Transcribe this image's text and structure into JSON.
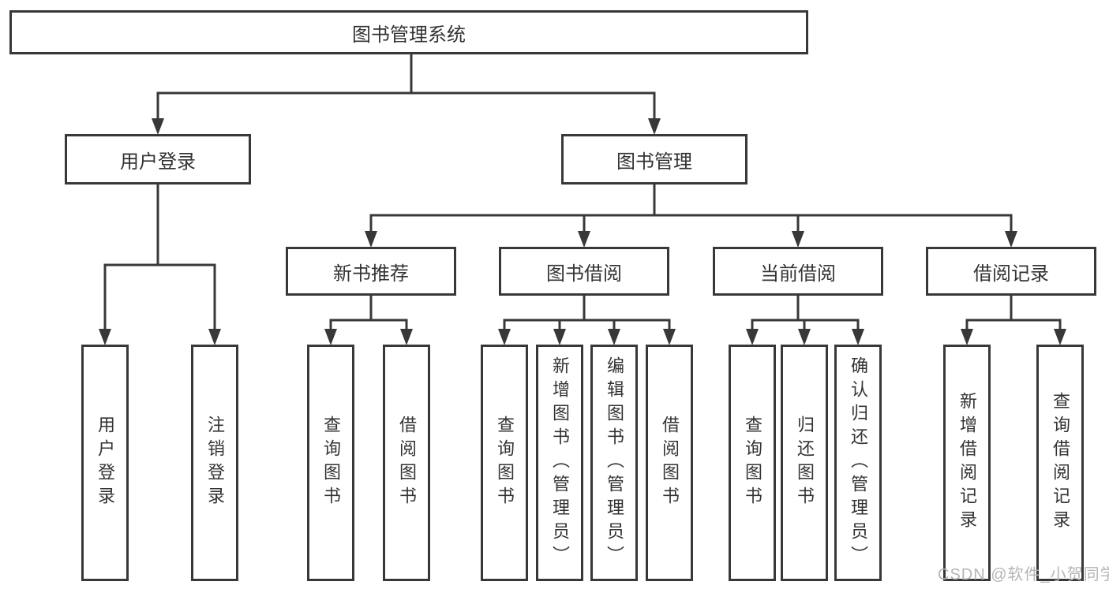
{
  "diagram_type": "hierarchy",
  "tree": {
    "root": {
      "label": "图书管理系统",
      "children": [
        {
          "label": "用户登录",
          "children": [
            {
              "label": "用户登录"
            },
            {
              "label": "注销登录"
            }
          ]
        },
        {
          "label": "图书管理",
          "children": [
            {
              "label": "新书推荐",
              "children": [
                {
                  "label": "查询图书"
                },
                {
                  "label": "借阅图书"
                }
              ]
            },
            {
              "label": "图书借阅",
              "children": [
                {
                  "label": "查询图书"
                },
                {
                  "label": "新增图书（管理员）"
                },
                {
                  "label": "编辑图书（管理员）"
                },
                {
                  "label": "借阅图书"
                }
              ]
            },
            {
              "label": "当前借阅",
              "children": [
                {
                  "label": "查询图书"
                },
                {
                  "label": "归还图书"
                },
                {
                  "label": "确认归还（管理员）"
                }
              ]
            },
            {
              "label": "借阅记录",
              "children": [
                {
                  "label": "新增借阅记录"
                },
                {
                  "label": "查询借阅记录"
                }
              ]
            }
          ]
        }
      ]
    }
  },
  "watermark": {
    "text": "CSDN @软件_小贺同学",
    "color": "#b5b5b5"
  },
  "colors": {
    "line": "#383838",
    "box_border": "#383838",
    "text": "#333333",
    "background": "#ffffff"
  }
}
